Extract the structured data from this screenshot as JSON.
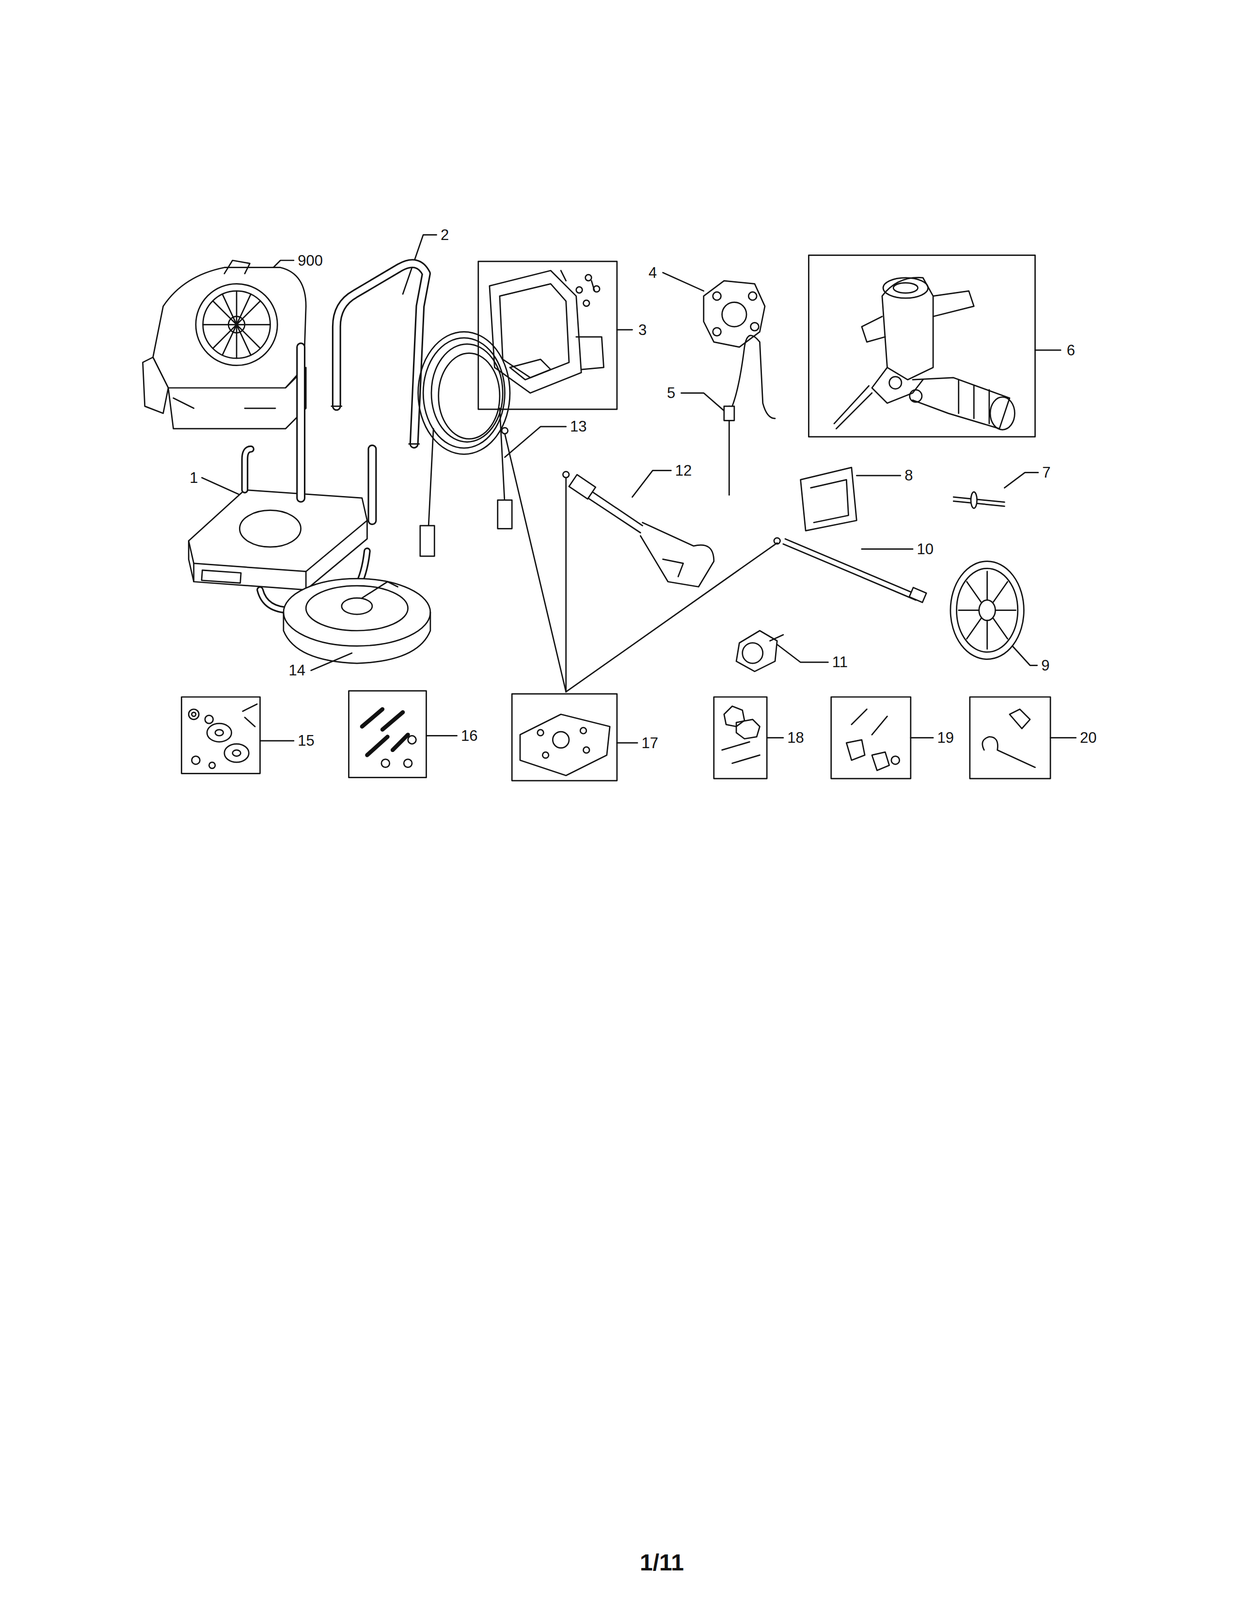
{
  "diagram": {
    "labels": [
      "900",
      "2",
      "3",
      "4",
      "6",
      "5",
      "13",
      "12",
      "1",
      "8",
      "7",
      "10",
      "14",
      "11",
      "9",
      "15",
      "16",
      "17",
      "18",
      "19",
      "20",
      "1/11"
    ]
  }
}
